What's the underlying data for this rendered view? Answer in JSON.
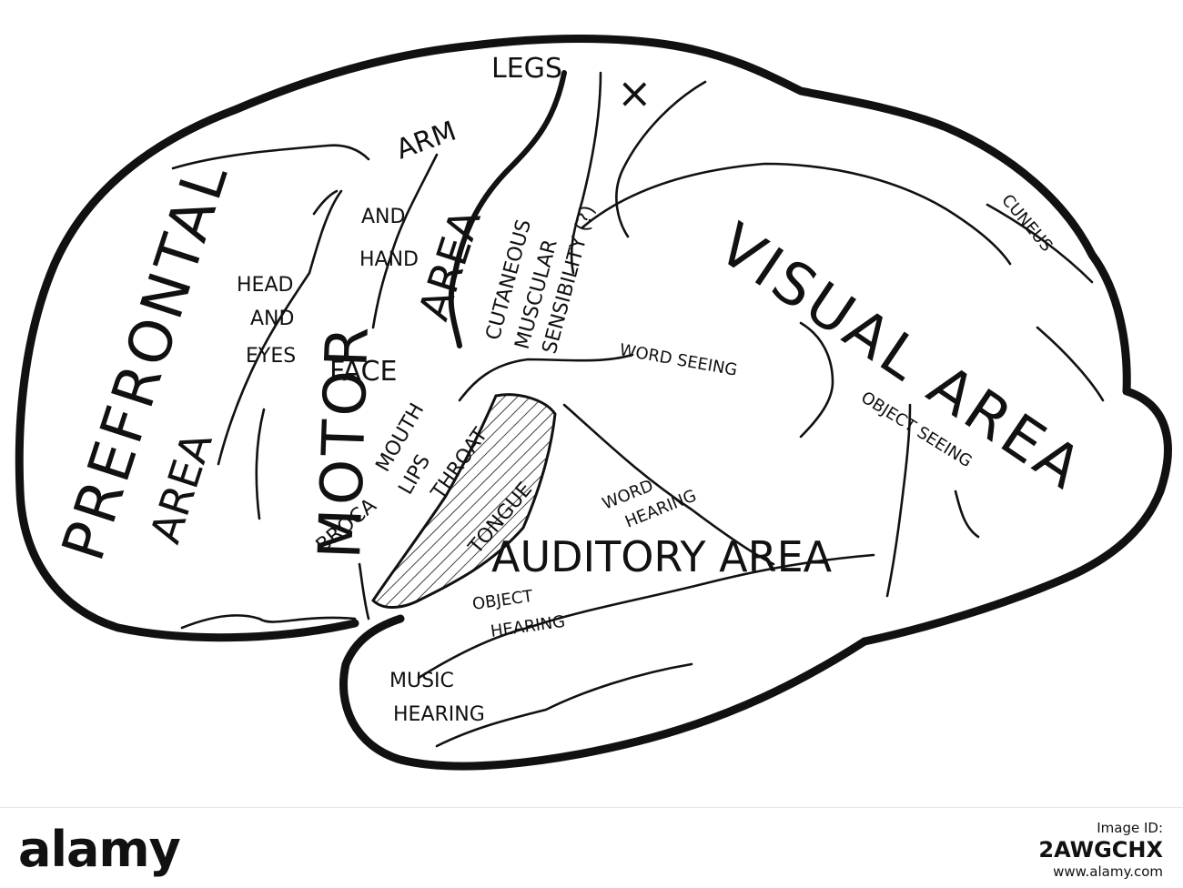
{
  "labels": {
    "legs": "LEGS",
    "x_mark": "×",
    "arm": "ARM",
    "and_upper": "AND",
    "hand": "HAND",
    "head": "HEAD",
    "and_lower": "AND",
    "eyes": "EYES",
    "face": "FACE",
    "prefrontal": "PREFRONTAL",
    "prefrontal_area": "AREA",
    "motor": "MOTOR",
    "motor_area": "AREA",
    "cutaneous": "CUTANEOUS",
    "muscular": "MUSCULAR",
    "sensibility": "SENSIBILITY (?)",
    "mouth": "MOUTH",
    "lips": "LIPS",
    "throat": "THROAT",
    "tongue": "TONGUE",
    "broca": "BROCA",
    "word_seeing": "WORD SEEING",
    "visual_area": "VISUAL AREA",
    "cuneus": "CUNEUS",
    "object_seeing": "OBJECT SEEING",
    "word": "WORD",
    "hearing": "HEARING",
    "auditory_area": "AUDITORY AREA",
    "object": "OBJECT",
    "object_hearing": "HEARING",
    "music": "MUSIC",
    "music_hearing": "HEARING"
  },
  "watermark": {
    "logo": "alamy",
    "image_id_label": "Image ID:",
    "image_id": "2AWGCHX",
    "site": "www.alamy.com"
  }
}
